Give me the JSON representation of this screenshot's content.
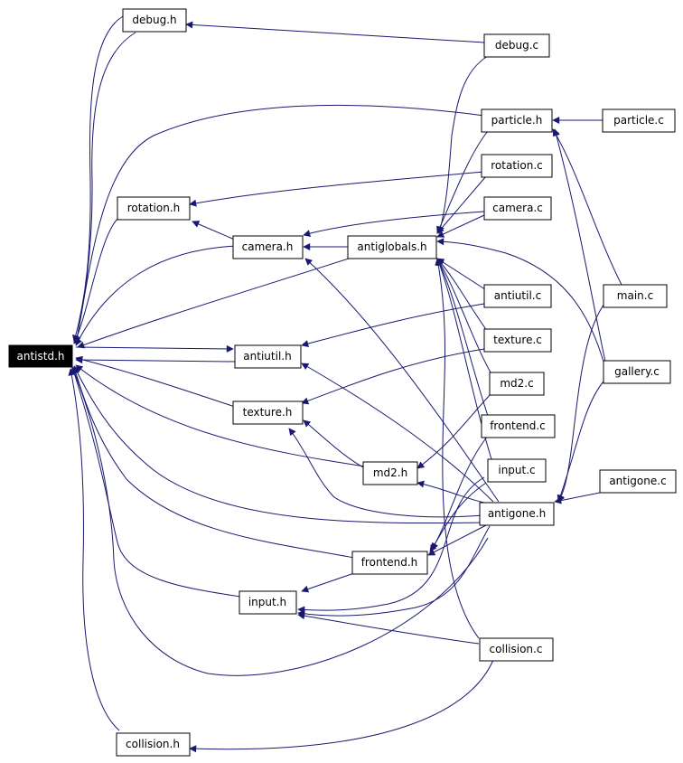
{
  "colors": {
    "edge": "#191970",
    "node_border": "#000000",
    "root_fill": "#000000",
    "root_text": "#ffffff"
  },
  "nodes": {
    "antistd_h": "antistd.h",
    "debug_h": "debug.h",
    "debug_c": "debug.c",
    "particle_h": "particle.h",
    "particle_c": "particle.c",
    "rotation_c": "rotation.c",
    "rotation_h": "rotation.h",
    "camera_c": "camera.c",
    "camera_h": "camera.h",
    "antiglobals_h": "antiglobals.h",
    "antiutil_c": "antiutil.c",
    "main_c": "main.c",
    "antiutil_h": "antiutil.h",
    "texture_c": "texture.c",
    "gallery_c": "gallery.c",
    "md2_c": "md2.c",
    "texture_h": "texture.h",
    "frontend_c": "frontend.c",
    "input_c": "input.c",
    "md2_h": "md2.h",
    "antigone_c": "antigone.c",
    "antigone_h": "antigone.h",
    "frontend_h": "frontend.h",
    "input_h": "input.h",
    "collision_c": "collision.c",
    "collision_h": "collision.h"
  }
}
